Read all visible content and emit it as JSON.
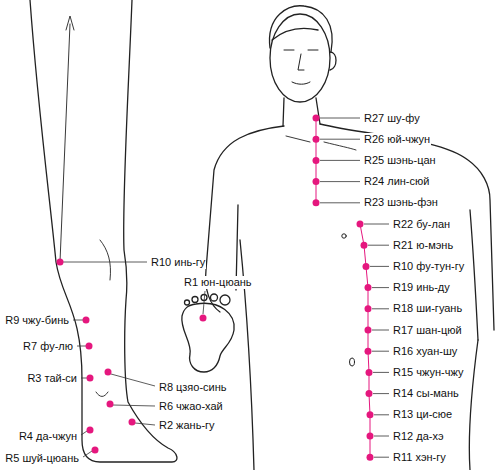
{
  "diagram": {
    "labels": [
      "R10 инь-гу",
      "R1 юн-цюань",
      "R9 чжу-бинь",
      "R7 фу-лю",
      "R3 тай-си",
      "R8 цзяо-синь",
      "R6 чжао-хай",
      "R2 жань-гу",
      "R4 да-чжун",
      "R5 шуй-цюань",
      "R27 шу-фу",
      "R26 юй-чжун",
      "R25 шэнь-цан",
      "R24 лин-сюй",
      "R23 шэнь-фэн",
      "R22 бу-лан",
      "R21 ю-мэнь",
      "R10 фу-тун-гу",
      "R19 инь-ду",
      "R18 ши-гуань",
      "R17 шан-цюй",
      "R16 хуан-шу",
      "R15 чжун-чжу",
      "R14 сы-мань",
      "R13 ци-сюе",
      "R12 да-хэ",
      "R11 хэн-гу"
    ]
  }
}
